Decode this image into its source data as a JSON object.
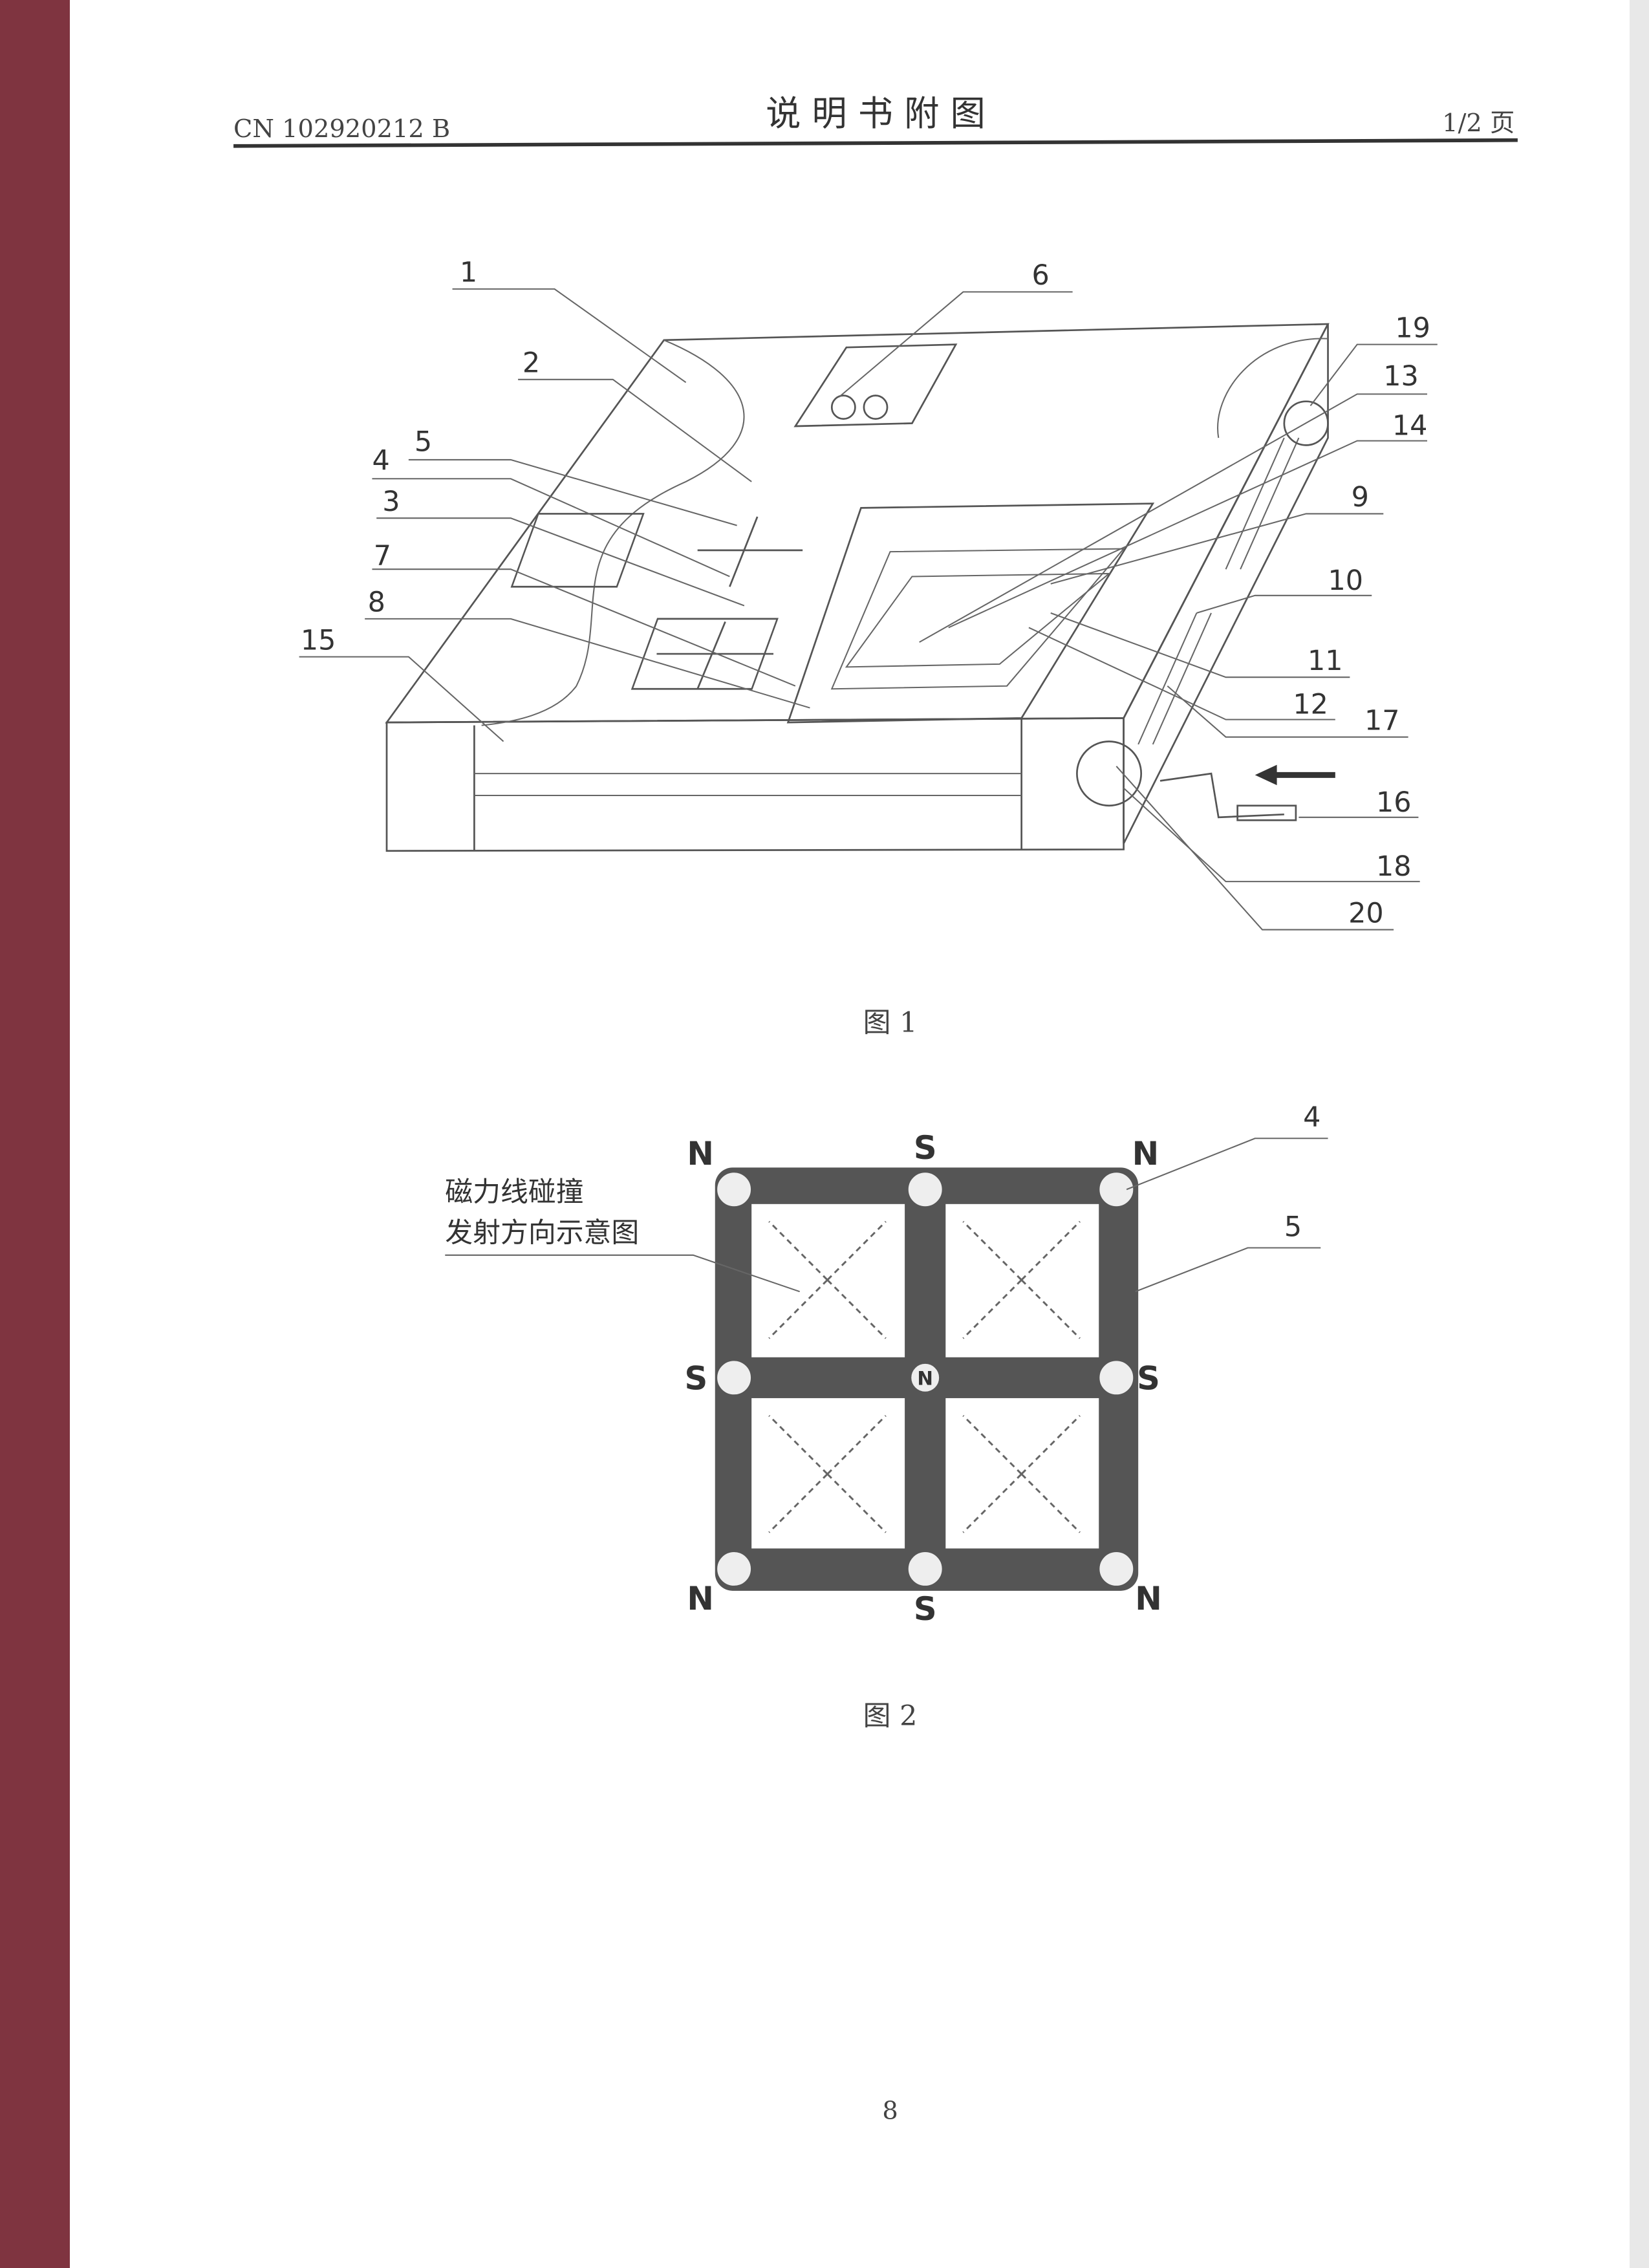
{
  "header": {
    "doc_number": "CN 102920212 B",
    "title": "说 明 书 附 图",
    "page_of": "1/2 页"
  },
  "figure1": {
    "caption": "图 1",
    "labels": [
      {
        "id": "1",
        "text": "1"
      },
      {
        "id": "2",
        "text": "2"
      },
      {
        "id": "3",
        "text": "3"
      },
      {
        "id": "4",
        "text": "4"
      },
      {
        "id": "5",
        "text": "5"
      },
      {
        "id": "6",
        "text": "6"
      },
      {
        "id": "7",
        "text": "7"
      },
      {
        "id": "8",
        "text": "8"
      },
      {
        "id": "9",
        "text": "9"
      },
      {
        "id": "10",
        "text": "10"
      },
      {
        "id": "11",
        "text": "11"
      },
      {
        "id": "12",
        "text": "12"
      },
      {
        "id": "13",
        "text": "13"
      },
      {
        "id": "14",
        "text": "14"
      },
      {
        "id": "15",
        "text": "15"
      },
      {
        "id": "16",
        "text": "16"
      },
      {
        "id": "17",
        "text": "17"
      },
      {
        "id": "18",
        "text": "18"
      },
      {
        "id": "19",
        "text": "19"
      },
      {
        "id": "20",
        "text": "20"
      }
    ]
  },
  "figure2": {
    "caption": "图 2",
    "annotation_line1": "磁力线碰撞",
    "annotation_line2": "发射方向示意图",
    "label_4": "4",
    "label_5": "5",
    "poles": {
      "tl": "N",
      "tm": "S",
      "tr": "N",
      "ml": "S",
      "c": "N",
      "mr": "S",
      "bl": "N",
      "bm": "S",
      "br": "N"
    },
    "frame_color": "#555555"
  },
  "footer": {
    "page_number": "8"
  }
}
